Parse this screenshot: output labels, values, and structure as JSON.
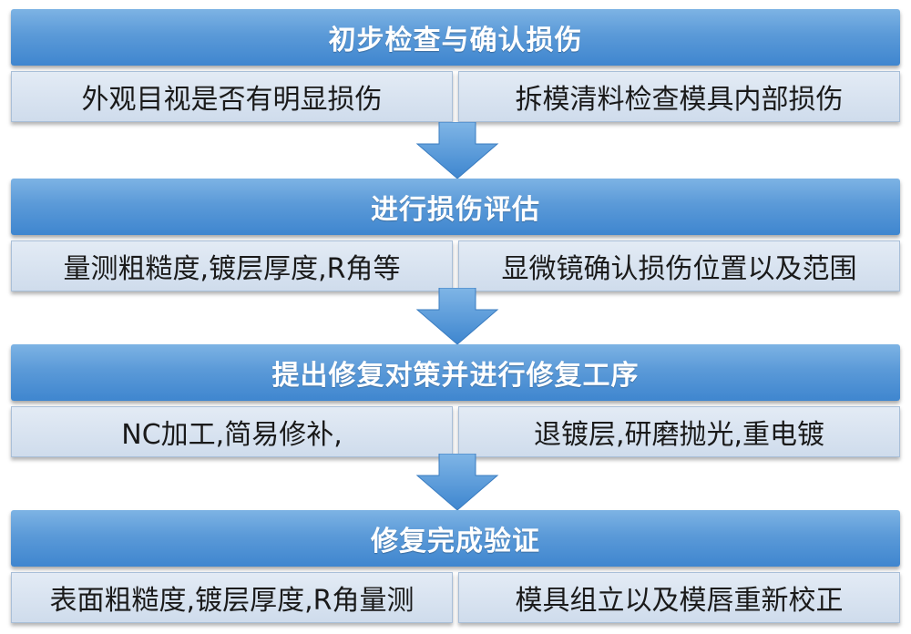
{
  "steps": [
    {
      "title": "初步检查与确认损伤",
      "left": "外观目视是否有明显损伤",
      "right": "拆模清料检查模具内部损伤"
    },
    {
      "title": "进行损伤评估",
      "left": "量测粗糙度,镀层厚度,R角等",
      "right": "显微镜确认损伤位置以及范围"
    },
    {
      "title": "提出修复对策并进行修复工序",
      "left": "NC加工,简易修补,",
      "right": "退镀层,研磨抛光,重电镀"
    },
    {
      "title": "修复完成验证",
      "left": "表面粗糙度,镀层厚度,R角量测",
      "right": "模具组立以及模唇重新校正"
    }
  ],
  "colors": {
    "header": "#5b9ad8",
    "cell": "#dae4f0",
    "arrow": "#5b9ad8"
  },
  "icons": {
    "arrow": "down-arrow-icon"
  }
}
